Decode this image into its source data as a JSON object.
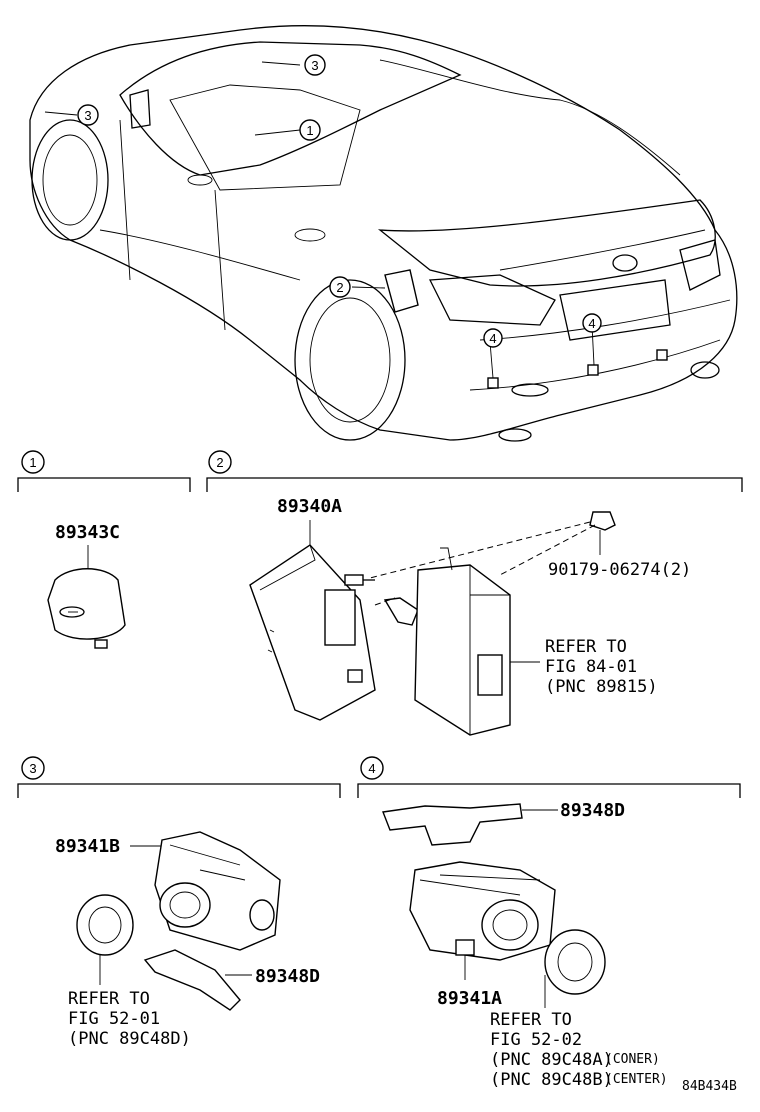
{
  "callouts": {
    "c1": "1",
    "c2": "2",
    "c3": "3",
    "c4": "4"
  },
  "section1": {
    "number": "1",
    "part": "89343C"
  },
  "section2": {
    "number": "2",
    "part_main": "89340A",
    "part_bolt": "90179-06274(2)",
    "refer_line1": "REFER TO",
    "refer_line2": "FIG 84-01",
    "refer_line3": "(PNC 89815)"
  },
  "section3": {
    "number": "3",
    "part_sensor": "89341B",
    "part_retainer": "89348D",
    "refer_line1": "REFER TO",
    "refer_line2": "FIG 52-01",
    "refer_line3": "(PNC 89C48D)"
  },
  "section4": {
    "number": "4",
    "part_retainer": "89348D",
    "part_sensor": "89341A",
    "refer_line1": "REFER TO",
    "refer_line2": "FIG 52-02",
    "refer_line3": "(PNC 89C48A)",
    "refer_line3_note": "(CONER)",
    "refer_line4": "(PNC 89C48B)",
    "refer_line4_note": "(CENTER)"
  },
  "diagram_code": "84B434B"
}
